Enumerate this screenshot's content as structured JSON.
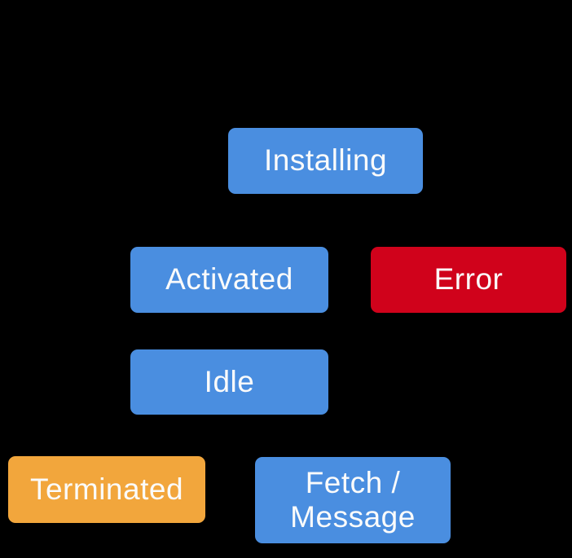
{
  "diagram": {
    "background_color": "#000000",
    "text_color": "#fbfbfb",
    "colors": {
      "state_blue": "#4a8ee0",
      "error_red": "#d0021b",
      "terminated_orange": "#f2a63c"
    },
    "nodes": [
      {
        "id": "installing",
        "label": "Installing",
        "color": "#4a8ee0"
      },
      {
        "id": "activated",
        "label": "Activated",
        "color": "#4a8ee0"
      },
      {
        "id": "error",
        "label": "Error",
        "color": "#d0021b"
      },
      {
        "id": "idle",
        "label": "Idle",
        "color": "#4a8ee0"
      },
      {
        "id": "terminated",
        "label": "Terminated",
        "color": "#f2a63c"
      },
      {
        "id": "fetch-message",
        "label": "Fetch / Message",
        "color": "#4a8ee0",
        "label_lines": {
          "0": "Fetch /",
          "1": "Message"
        }
      }
    ]
  }
}
